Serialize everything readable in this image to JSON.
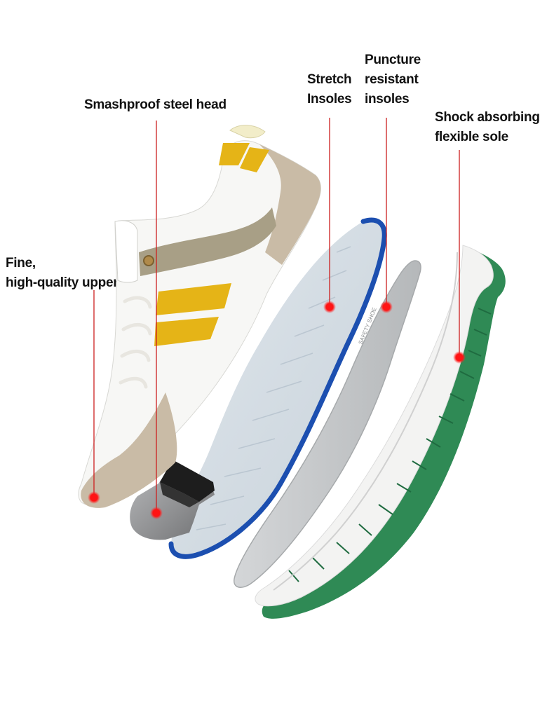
{
  "labels": {
    "upper": "Fine,\nhigh-quality upper",
    "steel_head": "Smashproof steel head",
    "stretch_insoles": "Stretch\nInsoles",
    "puncture_insoles": "Puncture\nresistant\ninsoles",
    "sole": "Shock absorbing\nflexible sole"
  },
  "insole_print": "SAFETY SHOE",
  "colors": {
    "leader": "#cc1f1f",
    "marker": "#ff1a1a",
    "accent_yellow": "#e5b417",
    "suede_beige": "#c9bba6",
    "olive_panel": "#a89f86",
    "insole_blue": "#1c4fb0",
    "insole_gray": "#c3c6c8",
    "outsole_green": "#2f8a55",
    "steel_cap": "#8f9092"
  }
}
